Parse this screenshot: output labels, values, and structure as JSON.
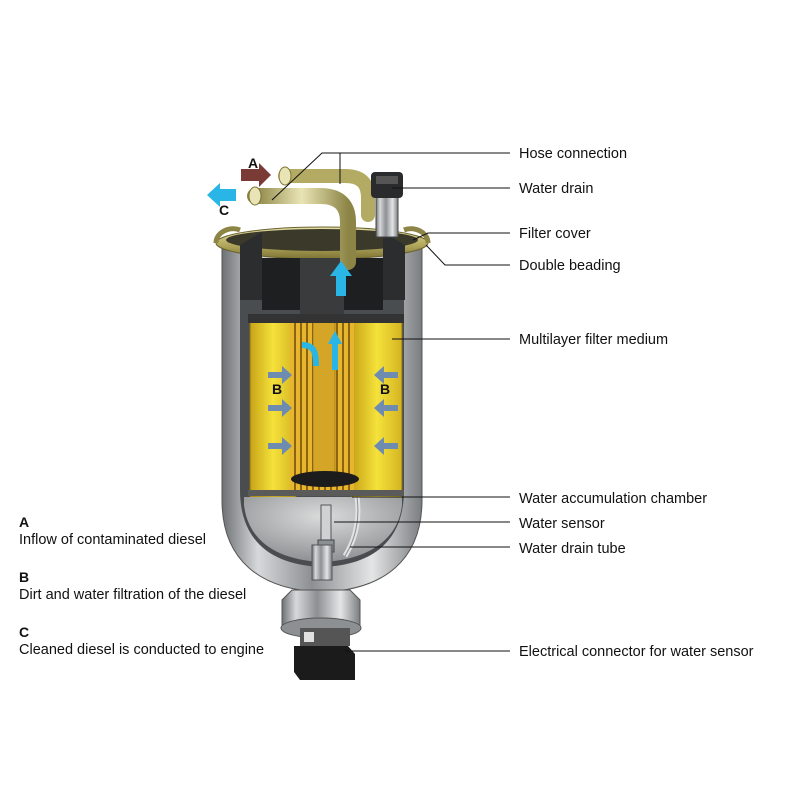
{
  "flow_markers": {
    "inflow": "A",
    "outflow": "C",
    "filtration_left": "B",
    "filtration_right": "B"
  },
  "callouts": [
    "Hose connection",
    "Water drain",
    "Filter cover",
    "Double beading",
    "Multilayer filter medium",
    "Water accumulation chamber",
    "Water sensor",
    "Water drain tube",
    "Electrical connector for water sensor"
  ],
  "legend": [
    {
      "letter": "A",
      "text": "Inflow of contaminated diesel"
    },
    {
      "letter": "B",
      "text": "Dirt and water filtration of the diesel"
    },
    {
      "letter": "C",
      "text": "Cleaned diesel is conducted to engine"
    }
  ],
  "colors": {
    "inflow_arrow": "#7a3a36",
    "clean_arrow": "#29b6e6",
    "filter_yellow": "#f2dc2a",
    "housing_steel": "#b9bcbf"
  }
}
